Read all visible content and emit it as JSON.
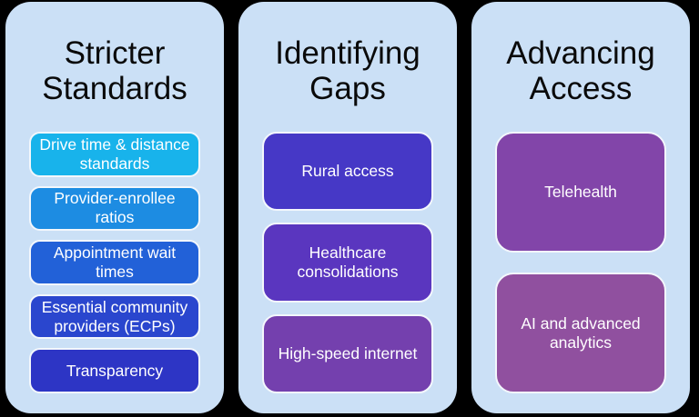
{
  "page": {
    "background": "#000000",
    "column_background": "#CBE0F6",
    "box_border_color": "#F3F7FC",
    "title_color": "#0A0A0A",
    "box_text_color": "#FFFFFF"
  },
  "columns": [
    {
      "title": "Stricter Standards",
      "boxes": [
        {
          "label": "Drive time & distance standards",
          "color": "#18B3EB"
        },
        {
          "label": "Provider-enrollee ratios",
          "color": "#1D8CE2"
        },
        {
          "label": "Appointment wait times",
          "color": "#2261D8"
        },
        {
          "label": "Essential community providers (ECPs)",
          "color": "#2A46CE"
        },
        {
          "label": "Transparency",
          "color": "#2D35C5"
        }
      ]
    },
    {
      "title": "Identifying Gaps",
      "boxes": [
        {
          "label": "Rural access",
          "color": "#4638C6"
        },
        {
          "label": "Healthcare consolidations",
          "color": "#5A36BF"
        },
        {
          "label": "High-speed internet",
          "color": "#7440AE"
        }
      ]
    },
    {
      "title": "Advancing Access",
      "boxes": [
        {
          "label": "Telehealth",
          "color": "#8245A9"
        },
        {
          "label": "AI and advanced analytics",
          "color": "#90509F"
        }
      ]
    }
  ]
}
